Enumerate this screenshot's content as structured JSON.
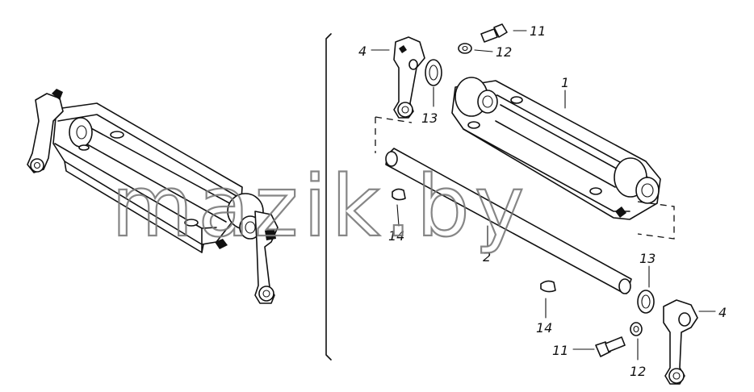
{
  "watermark": "mazik.by",
  "labels": {
    "left_lever_top": "4",
    "bolt_top": "11",
    "nut_top": "12",
    "washer_top": "13",
    "bracket": "1",
    "key_top": "14",
    "shaft": "2",
    "washer_bottom": "13",
    "lever_bottom": "4",
    "key_bottom": "14",
    "bolt_bottom": "11",
    "nut_bottom": "12"
  }
}
